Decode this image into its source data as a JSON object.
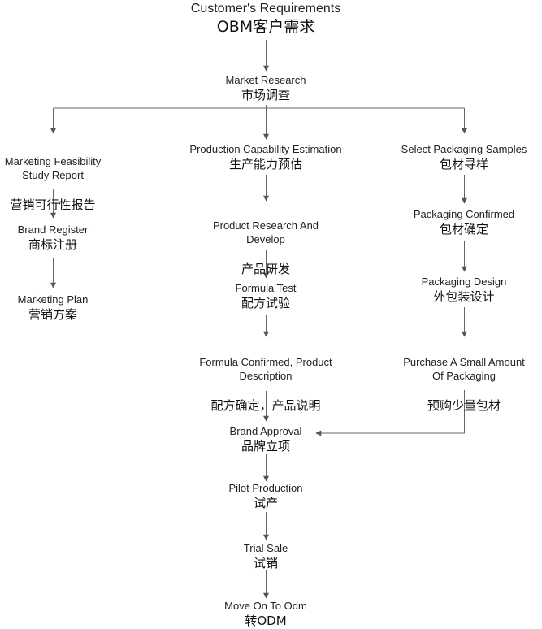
{
  "colors": {
    "line": "#666666",
    "text": "#222222"
  },
  "nodes": [
    {
      "id": "customers-requirements",
      "en": "Customer's Requirements",
      "zh": "OBM客户需求"
    },
    {
      "id": "market-research",
      "en": "Market Research",
      "zh": "市场调查"
    },
    {
      "id": "marketing-feasibility-study-report",
      "en": "Marketing Feasibility\nStudy Report",
      "zh": "营销可行性报告"
    },
    {
      "id": "production-capability-estimation",
      "en": "Production Capability Estimation",
      "zh": "生产能力预估"
    },
    {
      "id": "select-packaging-samples",
      "en": "Select Packaging Samples",
      "zh": "包材寻样"
    },
    {
      "id": "brand-register",
      "en": "Brand Register",
      "zh": "商标注册"
    },
    {
      "id": "marketing-plan",
      "en": "Marketing Plan",
      "zh": "营销方案"
    },
    {
      "id": "product-research-and-develop",
      "en": "Product Research And\nDevelop",
      "zh": "产品研发"
    },
    {
      "id": "formula-test",
      "en": "Formula Test",
      "zh": "配方试验"
    },
    {
      "id": "formula-confirmed-product-description",
      "en": "Formula Confirmed, Product\nDescription",
      "zh": "配方确定，产品说明"
    },
    {
      "id": "packaging-confirmed",
      "en": "Packaging Confirmed",
      "zh": "包材确定"
    },
    {
      "id": "packaging-design",
      "en": "Packaging Design",
      "zh": "外包装设计"
    },
    {
      "id": "purchase-a-small-amount-of-packaging",
      "en": "Purchase A Small Amount\nOf Packaging",
      "zh": "预购少量包材"
    },
    {
      "id": "brand-approval",
      "en": "Brand Approval",
      "zh": "品牌立项"
    },
    {
      "id": "pilot-production",
      "en": "Pilot Production",
      "zh": "试产"
    },
    {
      "id": "trial-sale",
      "en": "Trial Sale",
      "zh": "试销"
    },
    {
      "id": "move-on-to-odm",
      "en": "Move On To Odm",
      "zh": "转ODM"
    }
  ]
}
